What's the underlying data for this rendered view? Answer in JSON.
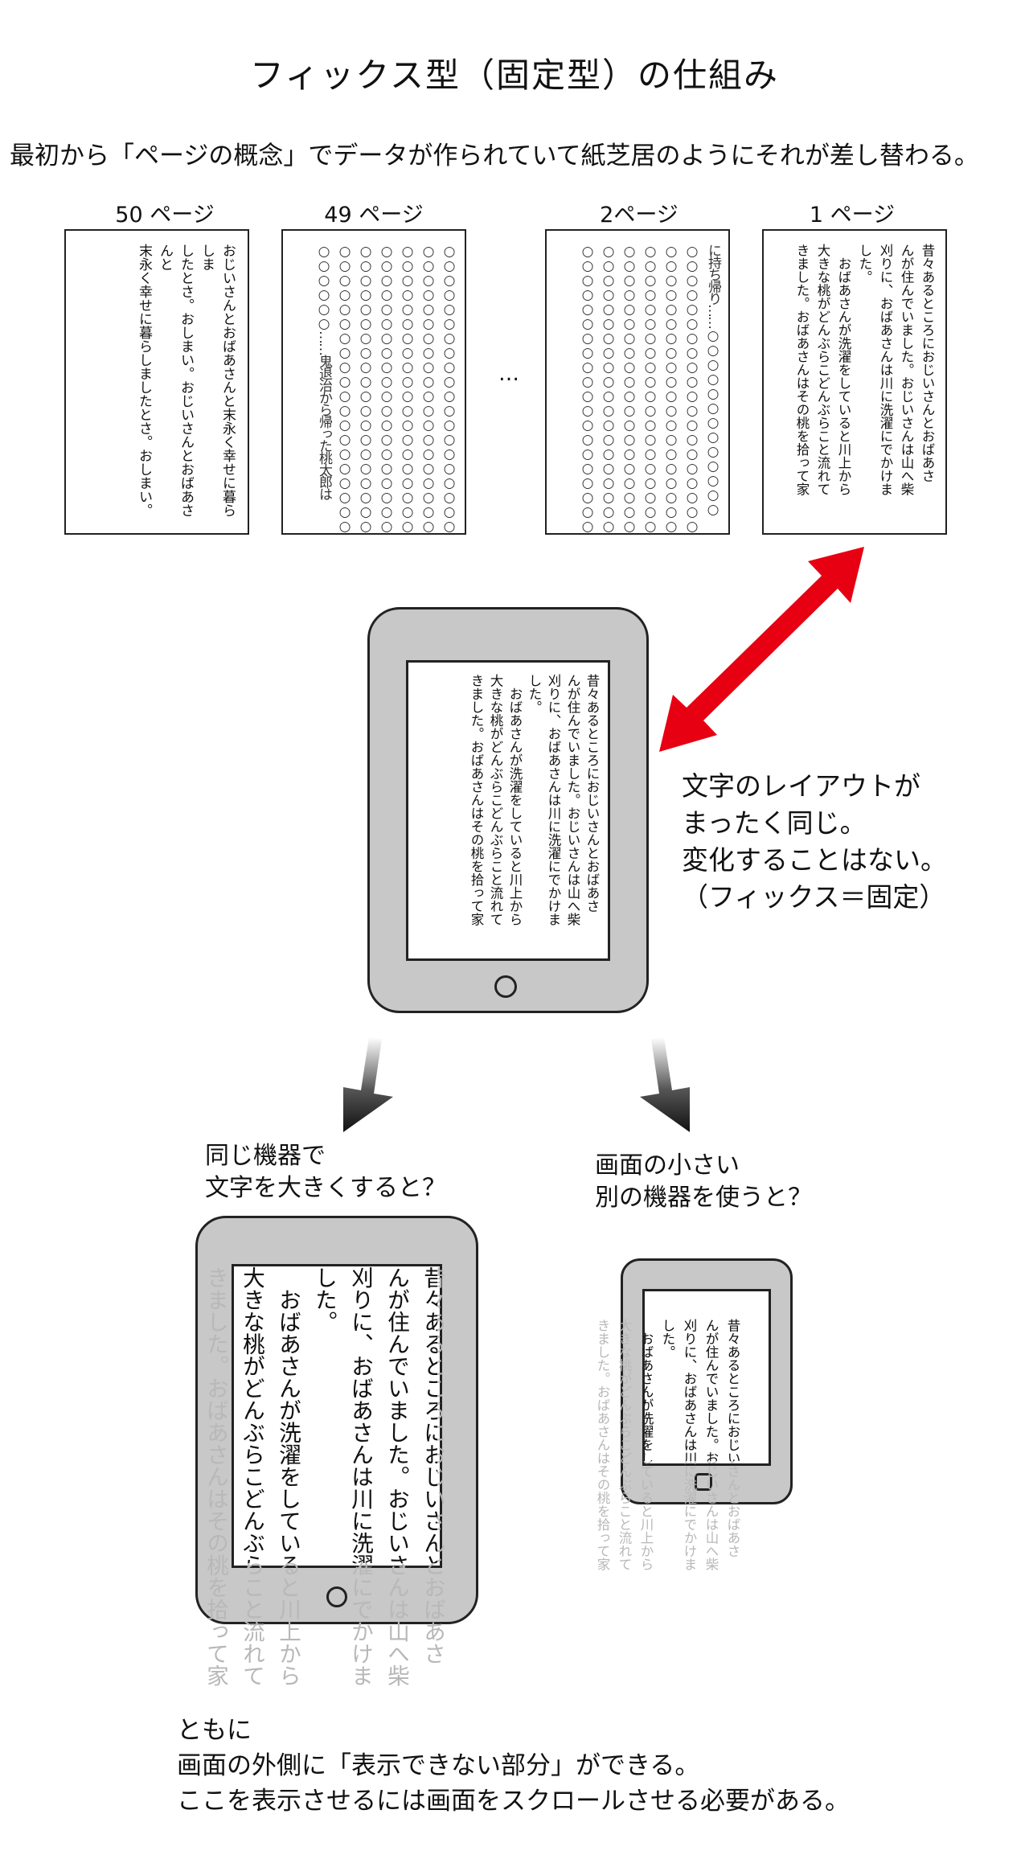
{
  "title": "フィックス型（固定型）の仕組み",
  "subtitle": "最初から「ページの概念」でデータが作られていて紙芝居のようにそれが差し替わる。",
  "pages": {
    "p50": {
      "label": "50 ページ",
      "text": "おじいさんとおばあさんと末永く幸せに暮らしま\nしたとさ。おしまい。おじいさんとおばあさんと\n末永く幸せに暮らしましたとさ。おしまい。"
    },
    "p49": {
      "label": "49 ページ",
      "text": "○○○○○○○○○○○○○○○○○○○○○○○○\n○○○○○○○○○○○○○○○○○○○○○○○○\n○○○○○○○○○○○○○○○○○○○○○○○○\n○○○○○○○○○○○○○○○○○○○○○○○○\n○○○○○○○○○○○○○○○○○○○○○○○○\n○○○○○○○○○○○○○○○○○○○○○○○○\n○○○○○○……鬼退治から帰った桃太郎は"
    },
    "ellipsis": "…",
    "p2": {
      "label": "2ページ",
      "text": "に持ち帰り……○○○○○○○○○○○○○\n○○○○○○○○○○○○○○○○○○○○○○○○\n○○○○○○○○○○○○○○○○○○○○○○○○\n○○○○○○○○○○○○○○○○○○○○○○○○\n○○○○○○○○○○○○○○○○○○○○○○○○\n○○○○○○○○○○○○○○○○○○○○○○○○\n○○○○○○○○○○○○○○○○○○○○○○○○"
    },
    "p1": {
      "label": "1 ページ",
      "text": "昔々あるところにおじいさんとおばあさ\nんが住んでいました。おじいさんは山へ柴\n刈りに、おばあさんは川に洗濯にでかけま\nした。\n　おばあさんが洗濯をしていると川上から\n大きな桃がどんぶらこどんぶらこと流れて\nきました。おばあさんはその桃を拾って家"
    }
  },
  "story_text": "昔々あるところにおじいさんとおばあさ\nんが住んでいました。おじいさんは山へ柴\n刈りに、おばあさんは川に洗濯にでかけま\nした。\n　おばあさんが洗濯をしていると川上から\n大きな桃がどんぶらこどんぶらこと流れて\nきました。おばあさんはその桃を拾って家",
  "arrow_color": "#e60012",
  "fixed_caption": "文字のレイアウトが\nまったく同じ。\n変化することはない。\n（フィックス＝固定）",
  "case_large_text": "同じ機器で\n文字を大きくすると？",
  "case_small_screen": "画面の小さい\n別の機器を使うと？",
  "conclusion": "ともに\n画面の外側に「表示できない部分」ができる。\nここを表示させるには画面をスクロールさせる必要がある。"
}
